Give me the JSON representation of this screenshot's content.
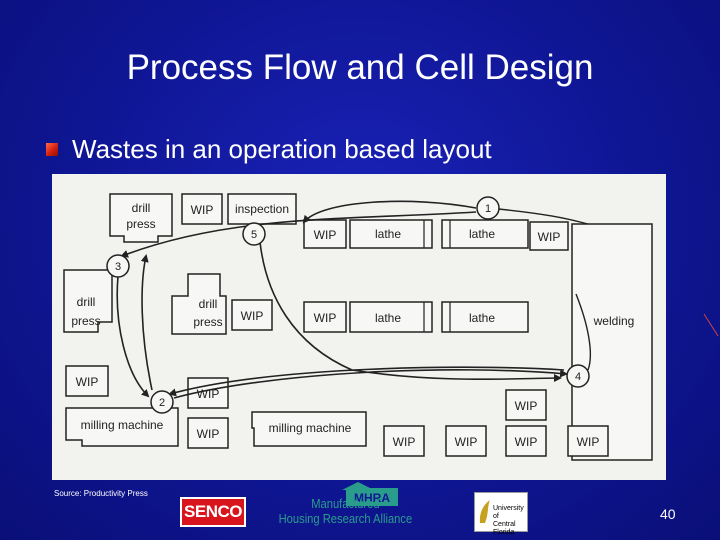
{
  "slide": {
    "title": "Process Flow and Cell Design",
    "bullet": "Wastes in an operation based layout",
    "source": "Source: Productivity Press",
    "page_number": "40"
  },
  "logos": {
    "senco": "SENCO",
    "mhra_badge": "MHRA",
    "mhra_line1": "Manufactured",
    "mhra_line2": "Housing Research Alliance",
    "ucf_line1": "University of",
    "ucf_line2": "Central",
    "ucf_line3": "Florida"
  },
  "diagram": {
    "labels": {
      "drill_press_top_1": "drill",
      "drill_press_top_2": "press",
      "wip": "WIP",
      "inspection": "inspection",
      "lathe": "lathe",
      "drill_press_left_1": "drill",
      "drill_press_left_2": "press",
      "drill_press_mid_1": "drill",
      "drill_press_mid_2": "press",
      "welding": "welding",
      "milling_machine": "milling machine"
    },
    "steps": [
      "1",
      "2",
      "3",
      "4",
      "5"
    ]
  }
}
